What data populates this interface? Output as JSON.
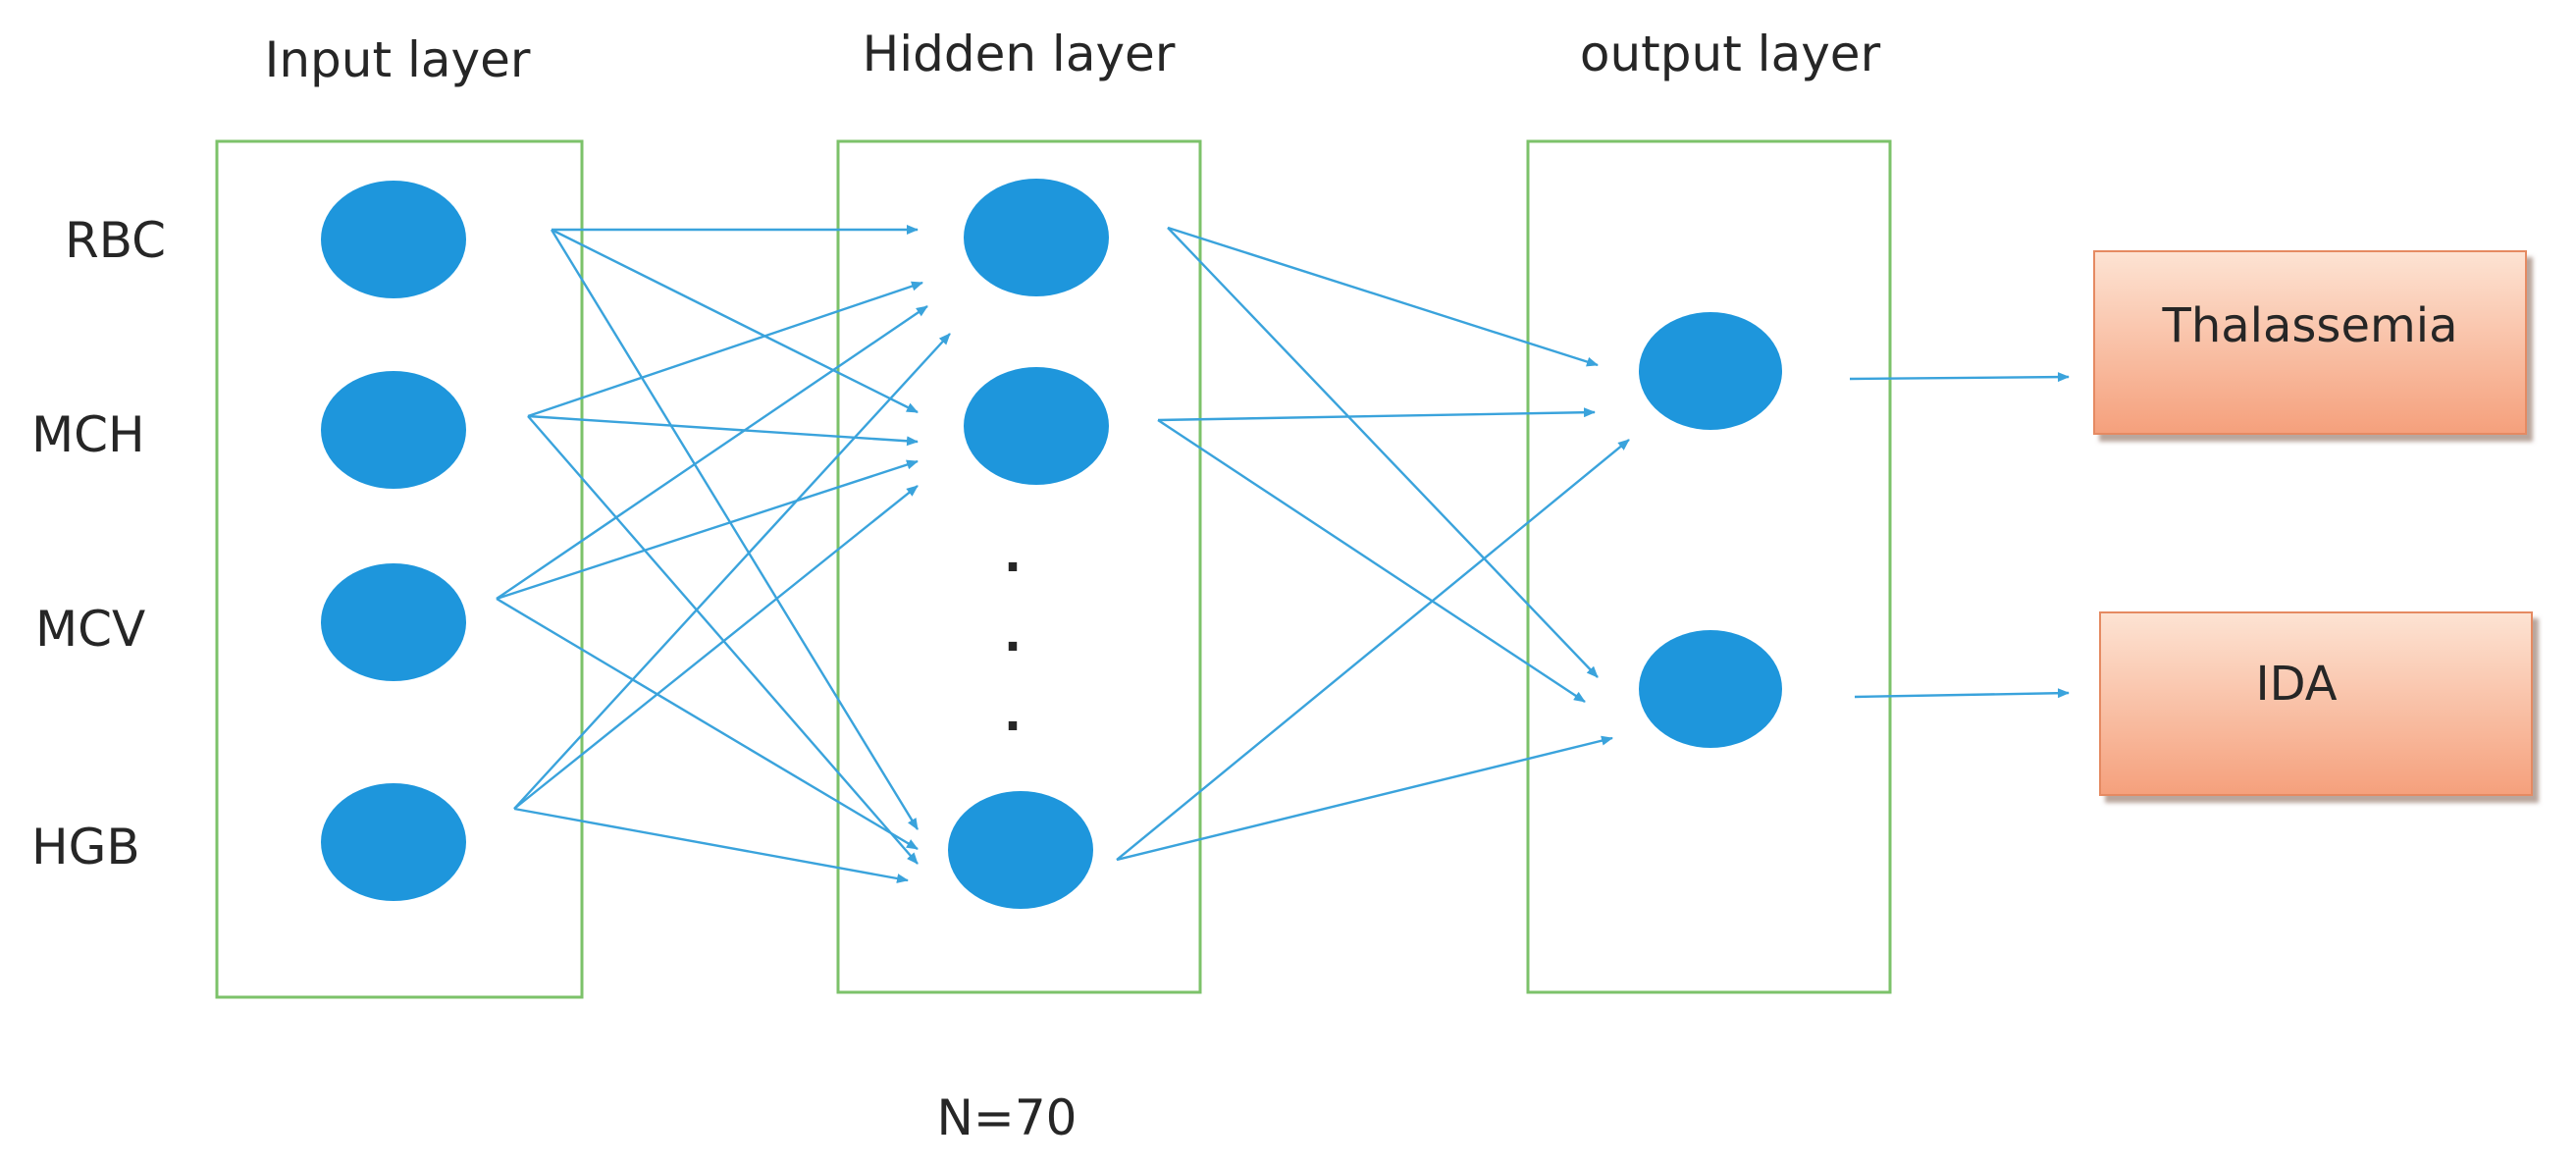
{
  "layers": {
    "input_title": "Input layer",
    "hidden_title": "Hidden layer",
    "output_title": "output layer"
  },
  "inputs": [
    "RBC",
    "MCH",
    "MCV",
    "HGB"
  ],
  "hidden_ellipsis": [
    ".",
    ".",
    "."
  ],
  "outputs": [
    "Thalassemia",
    "IDA"
  ],
  "hidden_count_label": "N=70",
  "colors": {
    "node": "#1e96dc",
    "edge": "#3aa3dc",
    "box_border": "#7cc26a",
    "output_box_light": "#fde3d3",
    "output_box_dark": "#f5a07c"
  }
}
